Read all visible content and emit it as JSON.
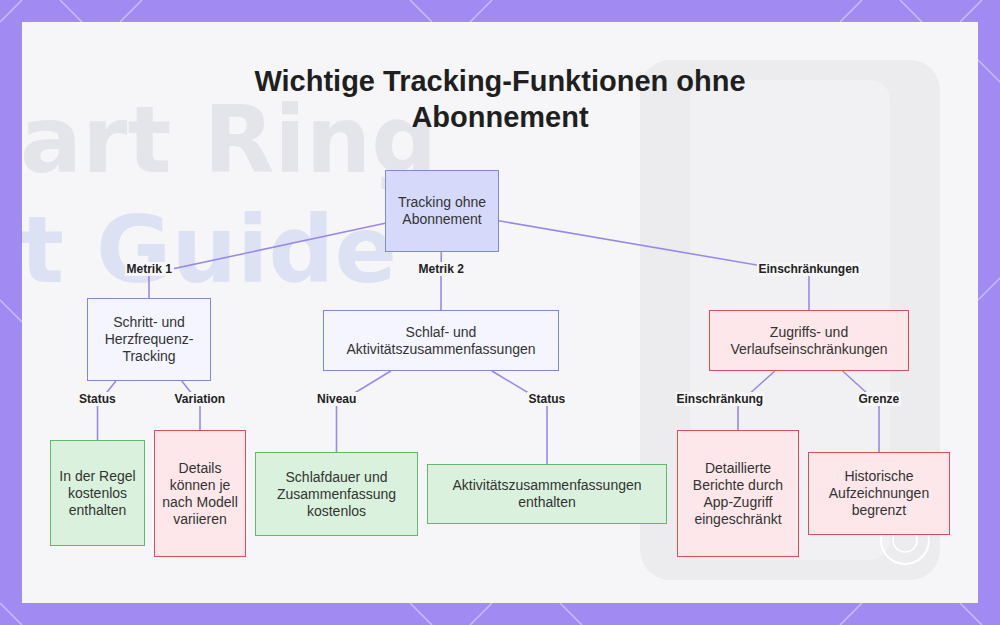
{
  "diagram": {
    "title": "Wichtige Tracking-Funktionen ohne Abonnement",
    "nodes": [
      {
        "text": [
          "Tracking ohne Abonnement"
        ]
      },
      {
        "text": [
          "Schritt- und Herzfrequenz-Tracking"
        ]
      },
      {
        "text": [
          "Schlaf- und Aktivitätszusammenfassungen"
        ]
      },
      {
        "text": [
          "Zugriffs- und Verlaufseinschränkungen"
        ]
      },
      {
        "text": [
          "In der Regel kostenlos enthalten"
        ]
      },
      {
        "text": [
          "Details können je nach Modell variieren"
        ]
      },
      {
        "text": [
          "Schlafdauer und Zusammenfassung kostenlos"
        ]
      },
      {
        "text": [
          "Aktivitätszusammenfassungen enthalten"
        ]
      },
      {
        "text": [
          "Detaillierte Berichte durch App-Zugriff eingeschränkt"
        ]
      },
      {
        "text": [
          "Historische Aufzeichnungen begrenzt"
        ]
      }
    ],
    "edges": [
      {
        "from": 0,
        "to": 1,
        "label": "Metrik 1",
        "arrow": "none"
      },
      {
        "from": 0,
        "to": 2,
        "label": "Metrik 2",
        "arrow": "none"
      },
      {
        "from": 0,
        "to": 3,
        "label": "Einschränkungen",
        "arrow": "none"
      },
      {
        "from": 1,
        "to": 4,
        "label": "Status",
        "arrow": "none"
      },
      {
        "from": 1,
        "to": 5,
        "label": "Variation",
        "arrow": "none"
      },
      {
        "from": 2,
        "to": 6,
        "label": "Niveau",
        "arrow": "none"
      },
      {
        "from": 2,
        "to": 7,
        "label": "Status",
        "arrow": "none"
      },
      {
        "from": 3,
        "to": 8,
        "label": "Einschränkung",
        "arrow": "none"
      },
      {
        "from": 3,
        "to": 9,
        "label": "Grenze",
        "arrow": "none"
      }
    ],
    "labels": [
      "art Ring",
      "t Guide"
    ]
  }
}
